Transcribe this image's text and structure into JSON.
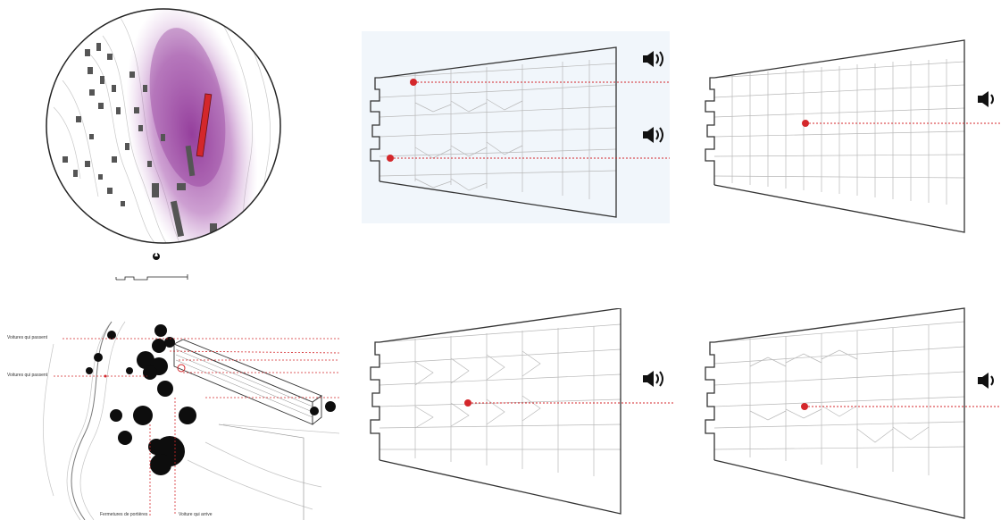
{
  "labels": {
    "voitures_1": "Voitures qui passent",
    "voitures_2": "Voitures qui passent",
    "fermetures": "Fermetures de portières",
    "voiture_arrive": "Voiture qui arrive"
  },
  "icons": {
    "sound": "speaker-icon",
    "north": "north-arrow-icon"
  },
  "colors": {
    "accent_red": "#d4272b",
    "heat_purple": "#9b3fa0",
    "line_gray": "#555555"
  }
}
